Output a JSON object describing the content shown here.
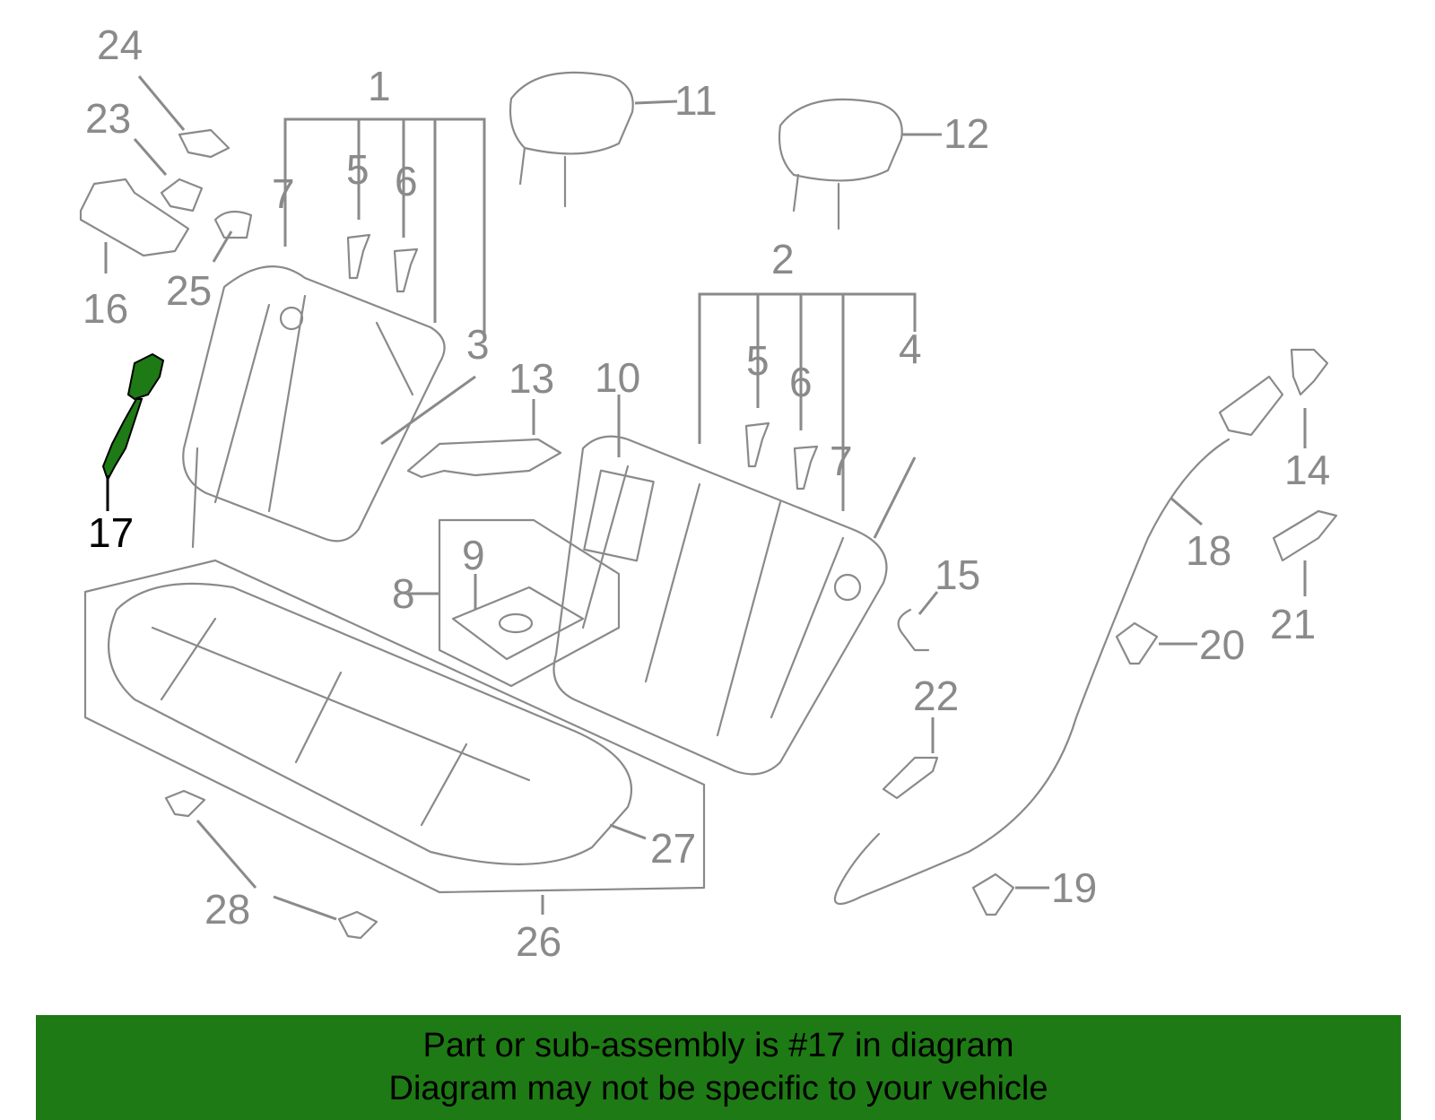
{
  "diagram": {
    "highlight_color": "#1e7a14",
    "label_color": "#8a8a8a",
    "highlight_label_color": "#000000",
    "callouts": [
      {
        "id": "1",
        "text": "1"
      },
      {
        "id": "2",
        "text": "2"
      },
      {
        "id": "3",
        "text": "3"
      },
      {
        "id": "4",
        "text": "4"
      },
      {
        "id": "5a",
        "text": "5"
      },
      {
        "id": "5b",
        "text": "5"
      },
      {
        "id": "6a",
        "text": "6"
      },
      {
        "id": "6b",
        "text": "6"
      },
      {
        "id": "7a",
        "text": "7"
      },
      {
        "id": "7b",
        "text": "7"
      },
      {
        "id": "8",
        "text": "8"
      },
      {
        "id": "9",
        "text": "9"
      },
      {
        "id": "10",
        "text": "10"
      },
      {
        "id": "11",
        "text": "11"
      },
      {
        "id": "12",
        "text": "12"
      },
      {
        "id": "13",
        "text": "13"
      },
      {
        "id": "14",
        "text": "14"
      },
      {
        "id": "15",
        "text": "15"
      },
      {
        "id": "16",
        "text": "16"
      },
      {
        "id": "17",
        "text": "17",
        "highlighted": true
      },
      {
        "id": "18",
        "text": "18"
      },
      {
        "id": "19",
        "text": "19"
      },
      {
        "id": "20",
        "text": "20"
      },
      {
        "id": "21",
        "text": "21"
      },
      {
        "id": "22",
        "text": "22"
      },
      {
        "id": "23",
        "text": "23"
      },
      {
        "id": "24",
        "text": "24"
      },
      {
        "id": "25",
        "text": "25"
      },
      {
        "id": "26",
        "text": "26"
      },
      {
        "id": "27",
        "text": "27"
      },
      {
        "id": "28",
        "text": "28"
      }
    ]
  },
  "banner": {
    "background": "#1e7a14",
    "line1": "Part or sub-assembly is #17 in diagram",
    "line2": "Diagram may not be specific to your vehicle"
  }
}
